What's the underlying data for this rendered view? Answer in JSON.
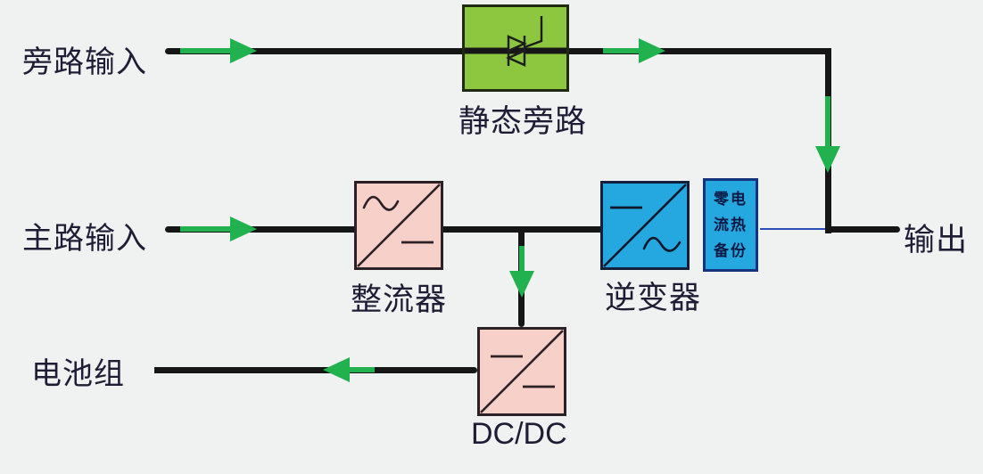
{
  "background": "#f0f1f1",
  "colors": {
    "line": "#161616",
    "arrow_green": "#21b14e",
    "bypass_box_fill": "#8dc63f",
    "bypass_box_border": "#1e2b10",
    "converter_box_fill": "#f8d0ca",
    "converter_box_border": "#2b2126",
    "inverter_box_fill": "#25a8e0",
    "inverter_box_border": "#12203c",
    "backup_box_fill": "#25a8e0",
    "backup_box_border": "#15337a",
    "connector_blue": "#2a4db5",
    "text": "#1d1d35"
  },
  "labels": {
    "bypass_input": "旁路输入",
    "main_input": "主路输入",
    "battery": "电池组",
    "static_bypass": "静态旁路",
    "rectifier": "整流器",
    "inverter": "逆变器",
    "dcdc": "DC/DC",
    "output": "输出"
  },
  "backup_box": {
    "full_text": "零电流热备份",
    "lines": [
      "零电",
      "流热",
      "备份"
    ]
  },
  "icons": {
    "static_bypass_symbol": "triac-thyristor-icon",
    "rectifier_symbol": "ac-to-dc-converter-icon",
    "inverter_symbol": "dc-to-ac-converter-icon",
    "dcdc_symbol": "dc-to-dc-converter-icon",
    "flow_arrows": "green-flow-arrow"
  }
}
